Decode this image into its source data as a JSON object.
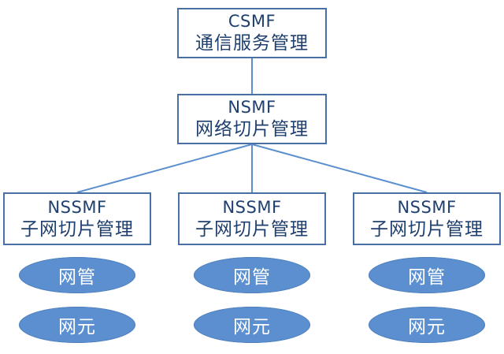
{
  "csmf": {
    "abbr": "CSMF",
    "title": "通信服务管理"
  },
  "nsmf": {
    "abbr": "NSMF",
    "title": "网络切片管理"
  },
  "nssmf": [
    {
      "abbr": "NSSMF",
      "title": "子网切片管理",
      "mgmt": "网管",
      "element": "网元"
    },
    {
      "abbr": "NSSMF",
      "title": "子网切片管理",
      "mgmt": "网管",
      "element": "网元"
    },
    {
      "abbr": "NSSMF",
      "title": "子网切片管理",
      "mgmt": "网管",
      "element": "网元"
    }
  ],
  "colors": {
    "box_border": "#4a6fa5",
    "box_text": "#1f3f6e",
    "line": "#5b8fcf",
    "ellipse_fill": "#5b8fcf",
    "ellipse_text": "#ffffff"
  }
}
